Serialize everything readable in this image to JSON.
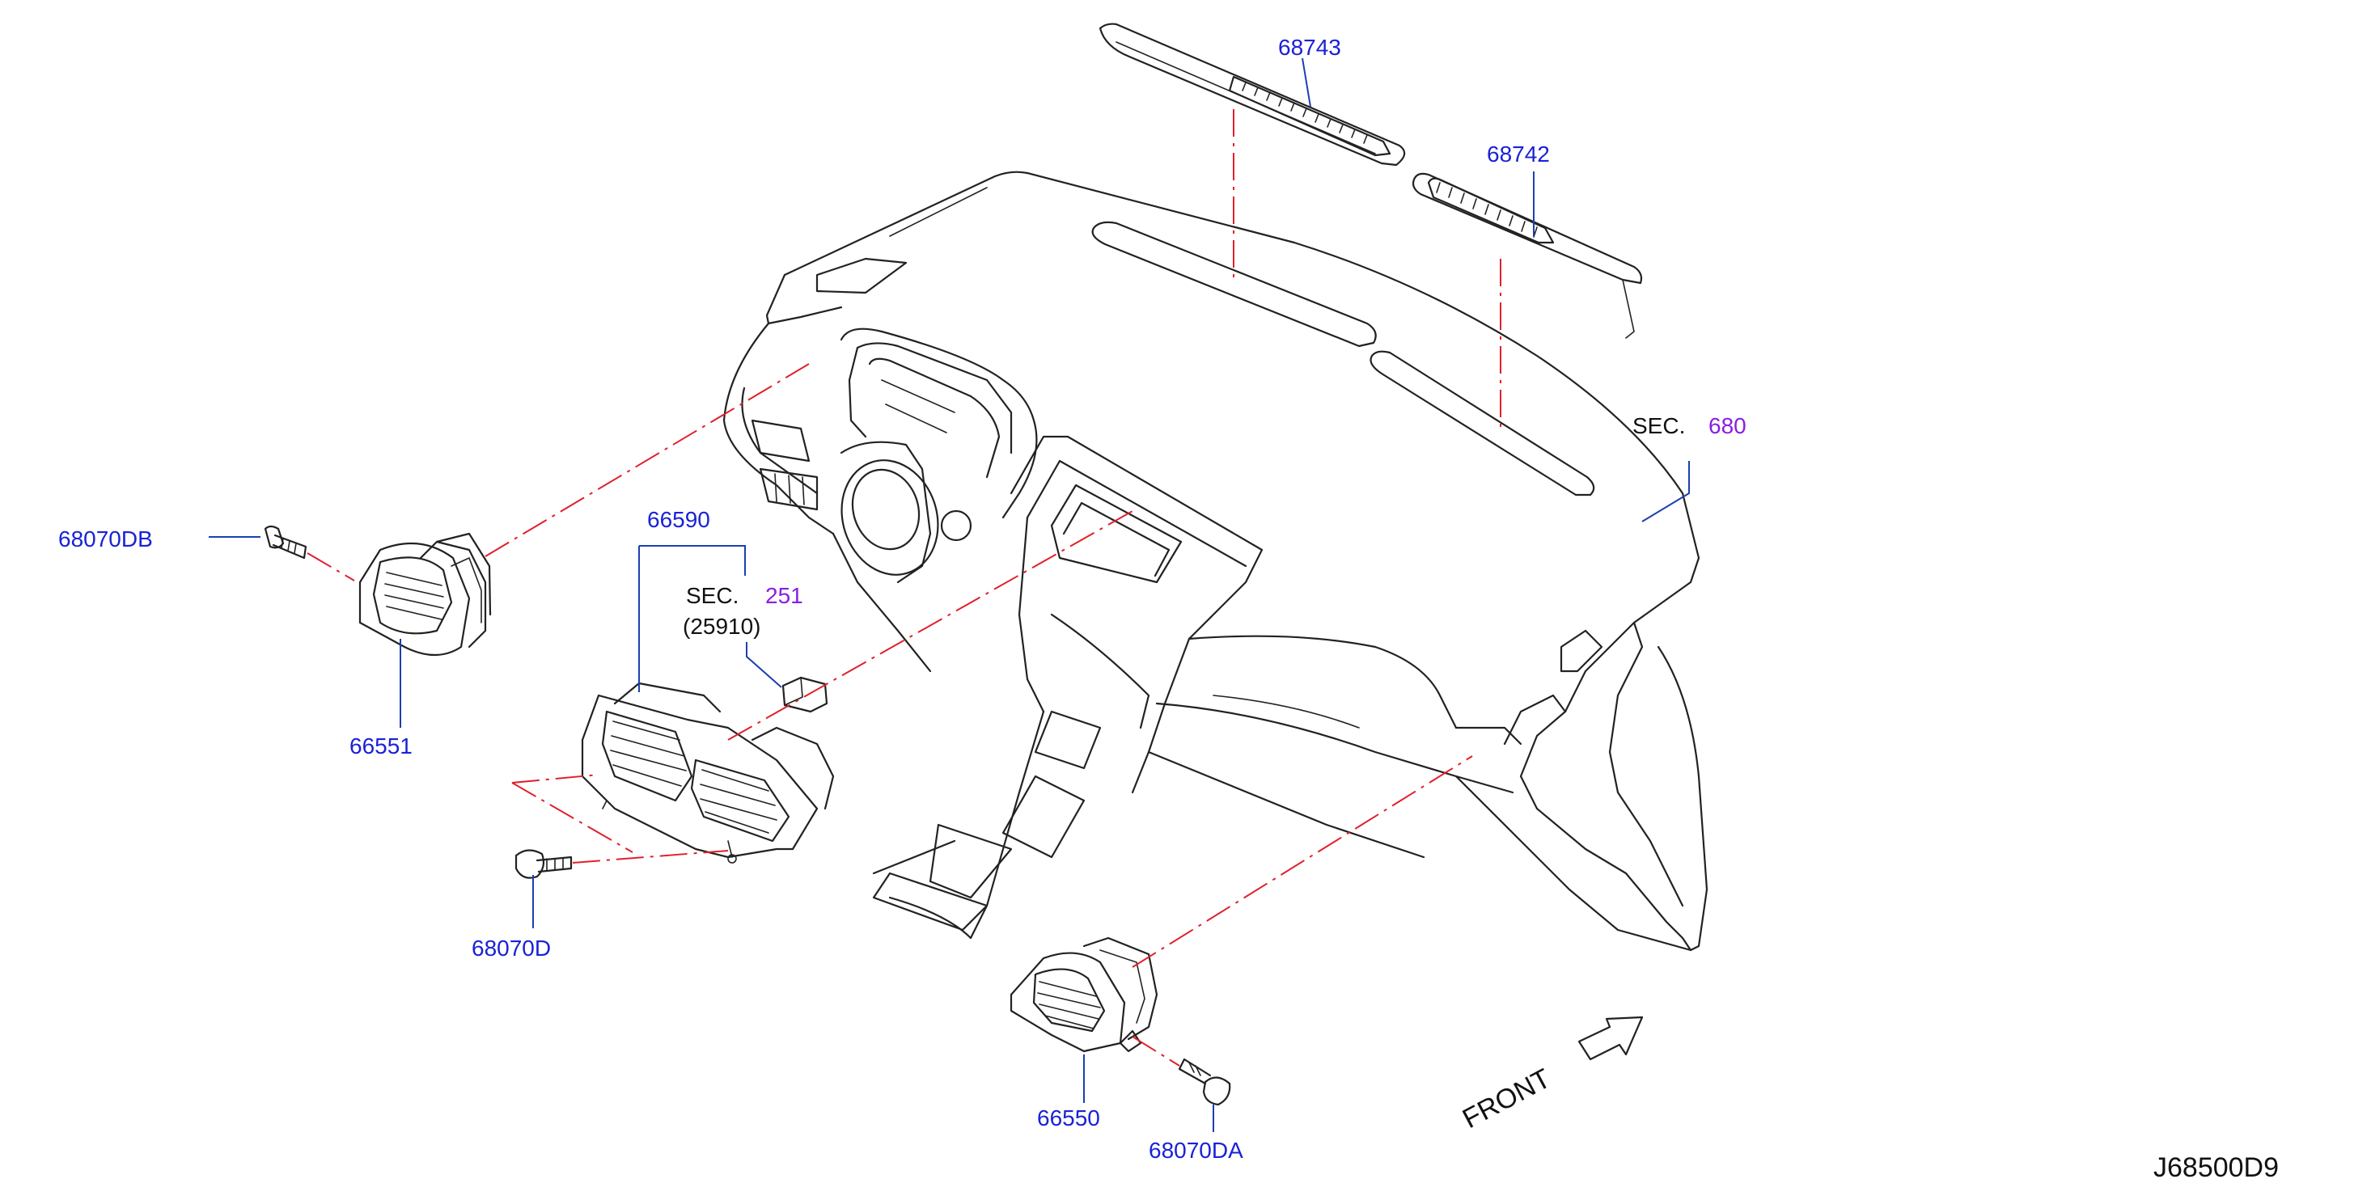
{
  "parts": {
    "p68743": "68743",
    "p68742": "68742",
    "p68070DB": "68070DB",
    "p66590": "66590",
    "p66551": "66551",
    "p68070D": "68070D",
    "p66550": "66550",
    "p68070DA": "68070DA"
  },
  "sections": {
    "dash": {
      "prefix": "SEC.",
      "number": "680"
    },
    "switch": {
      "prefix": "SEC.",
      "number": "251",
      "subpart": "(25910)"
    }
  },
  "front_label": "FRONT",
  "diagram_ref": "J68500D9",
  "colors": {
    "part_label": "#1a22d6",
    "section_number": "#8a1fe0",
    "phantom_line": "#e0202a",
    "leader_line": "#1c3fb0"
  }
}
